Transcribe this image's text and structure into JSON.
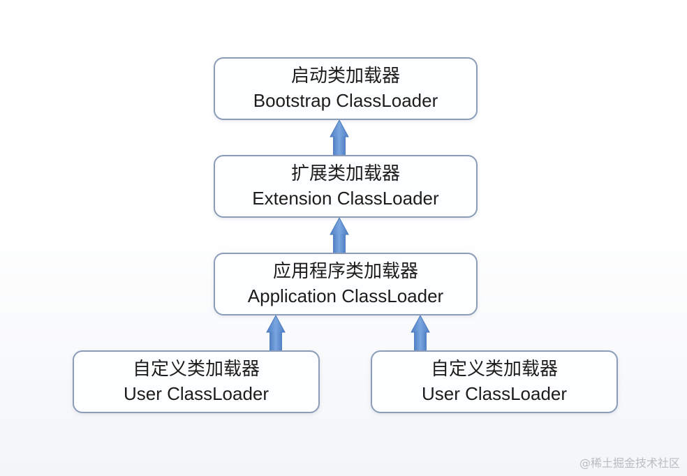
{
  "nodes": {
    "bootstrap": {
      "cn": "启动类加载器",
      "en": "Bootstrap ClassLoader"
    },
    "extension": {
      "cn": "扩展类加载器",
      "en": "Extension ClassLoader"
    },
    "application": {
      "cn": "应用程序类加载器",
      "en": "Application ClassLoader"
    },
    "user_left": {
      "cn": "自定义类加载器",
      "en": "User ClassLoader"
    },
    "user_right": {
      "cn": "自定义类加载器",
      "en": "User ClassLoader"
    }
  },
  "colors": {
    "arrow": "#5f8fd0",
    "border": "#8a9cb8"
  },
  "watermark": "@稀土掘金技术社区"
}
